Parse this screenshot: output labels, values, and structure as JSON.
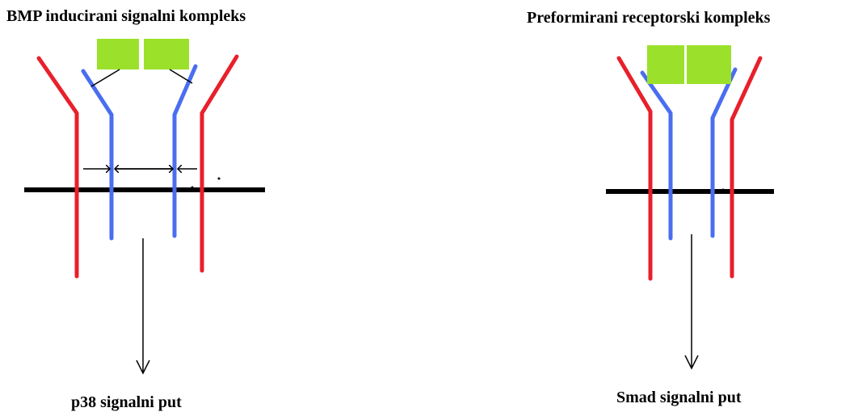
{
  "left_panel": {
    "title": "BMP inducirani signalni kompleks",
    "pathway": "p38 signalni put"
  },
  "right_panel": {
    "title": "Preformirani receptorski kompleks",
    "pathway": "Smad signalni put"
  },
  "colors": {
    "type1_receptor": "#e8202a",
    "type2_receptor": "#4a6ef0",
    "ligand": "#9be12b",
    "membrane": "#000000"
  }
}
